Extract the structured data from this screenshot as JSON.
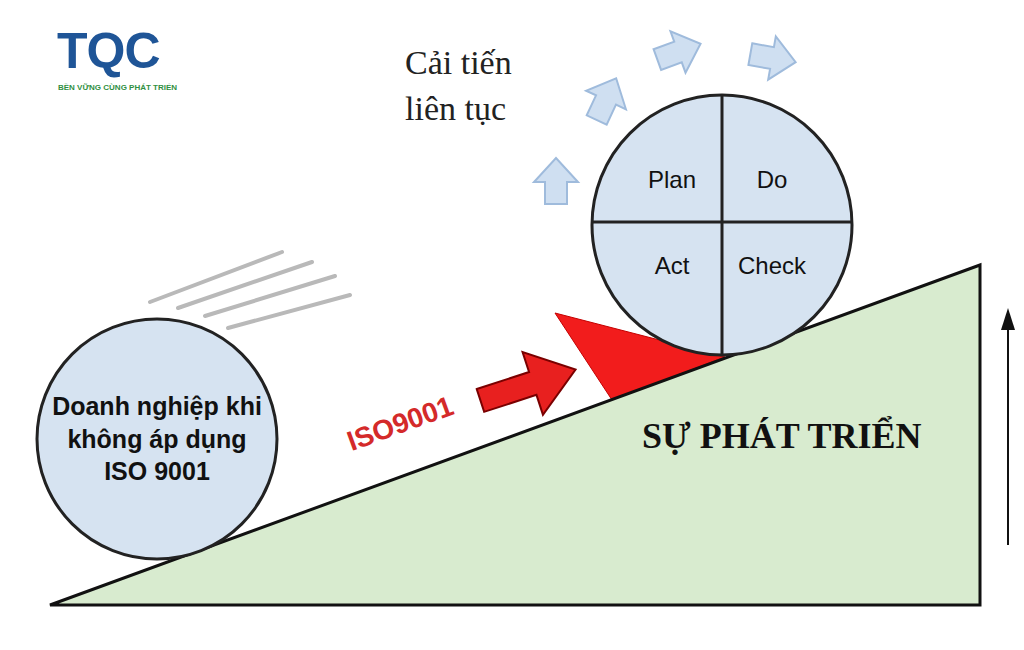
{
  "diagram": {
    "nodes": [
      {
        "text": [
          "Doanh nghiệp khi không áp dụng ISO 9001"
        ]
      },
      {
        "text": [
          "Plan"
        ]
      },
      {
        "text": [
          "Do"
        ]
      },
      {
        "text": [
          "Act"
        ]
      },
      {
        "text": [
          "Check"
        ]
      },
      {
        "text": [
          "SỰ PHÁT TRIỂN"
        ]
      }
    ],
    "labels": [
      "TQC",
      "BỀN VỮNG CÙNG PHÁT TRIỂN",
      "Cải tiến liên tục",
      "ISO9001"
    ]
  }
}
